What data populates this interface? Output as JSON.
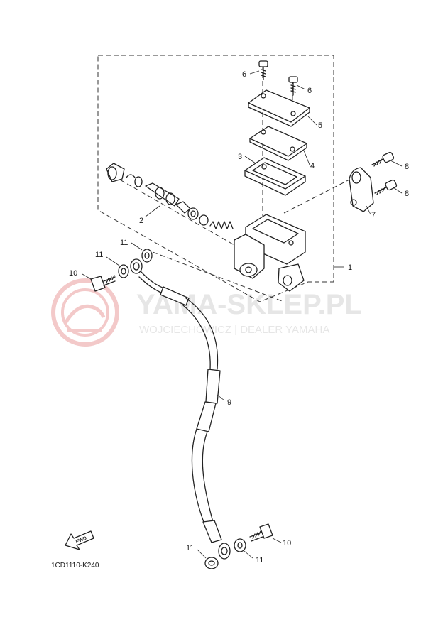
{
  "watermark": {
    "title": "YAMA-SKLEP.PL",
    "subtitle": "WOJCIECHOWICZ | DEALER YAMAHA"
  },
  "diagram_code": "1CD1110-K240",
  "fwd_label": "FWD",
  "callouts": {
    "c1": "1",
    "c2": "2",
    "c3": "3",
    "c4": "4",
    "c5": "5",
    "c6a": "6",
    "c6b": "6",
    "c7": "7",
    "c8a": "8",
    "c8b": "8",
    "c9": "9",
    "c10a": "10",
    "c10b": "10",
    "c11a": "11",
    "c11b": "11",
    "c11c": "11",
    "c11d": "11"
  }
}
